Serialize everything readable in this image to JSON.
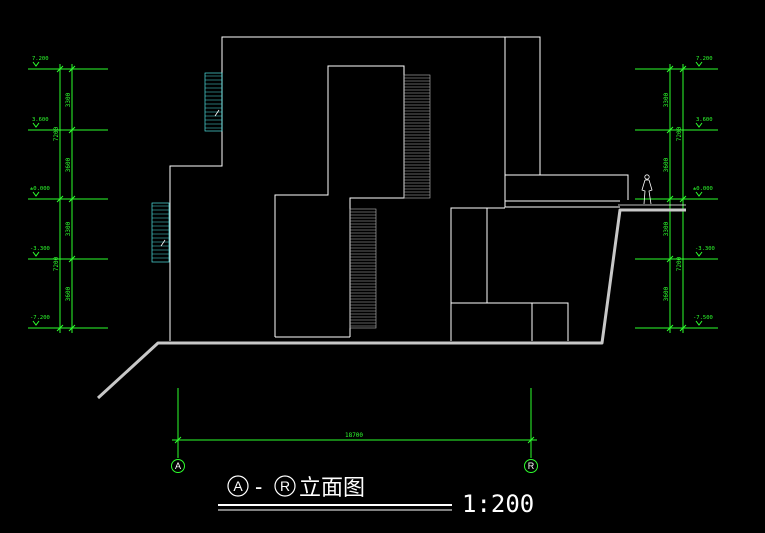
{
  "drawing": {
    "title_axis_start": "A",
    "title_dash": "-",
    "title_axis_end": "R",
    "title_text": "立面图",
    "scale": "1:200"
  },
  "colors": {
    "background": "#000000",
    "outline": "#ffffff",
    "dimension": "#2dff2d",
    "stair": "#4fe3e3",
    "ground": "#c8c8c8"
  },
  "overall_dimension": "18700",
  "axis_left": "A",
  "axis_right": "R",
  "left_levels": [
    "7.200",
    "3.600",
    "±0.000",
    "-3.300",
    "-7.200"
  ],
  "right_levels": [
    "7.200",
    "3.600",
    "±0.000",
    "-3.300",
    "-7.500"
  ],
  "vertical_dims_inner": [
    "3300",
    "3600",
    "3300",
    "3600"
  ],
  "vertical_dims_outer": [
    "7200",
    "7200"
  ]
}
